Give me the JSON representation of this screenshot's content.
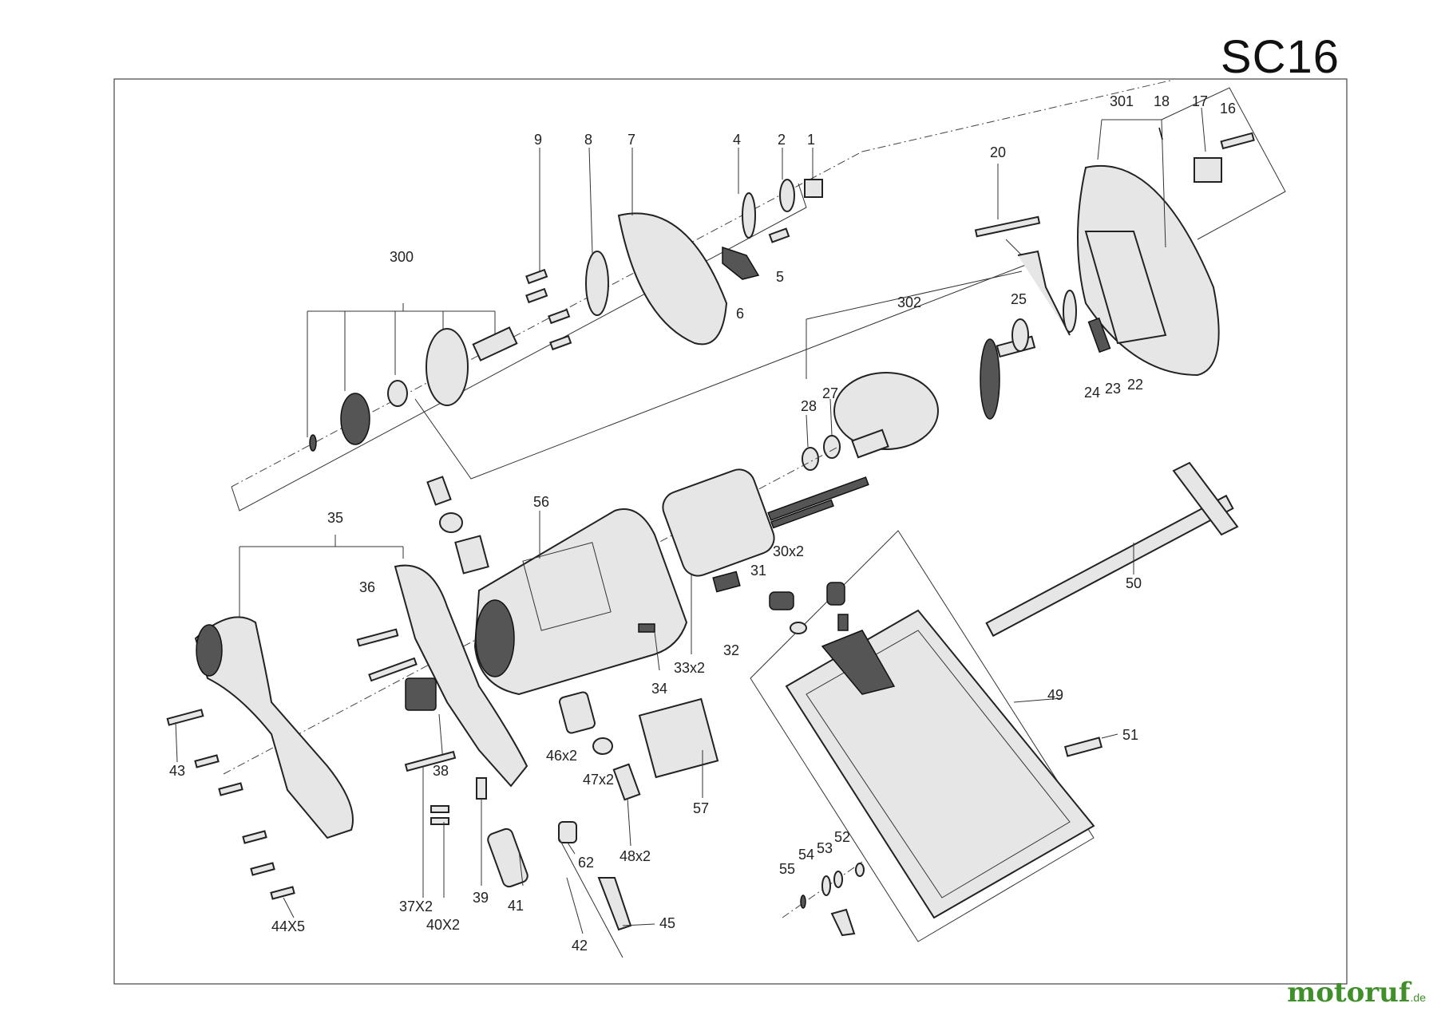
{
  "model": "SC16",
  "brand": {
    "name": "motoruf",
    "suffix": ".de"
  },
  "callouts": [
    {
      "id": "p300",
      "text": "300"
    },
    {
      "id": "p9",
      "text": "9"
    },
    {
      "id": "p8",
      "text": "8"
    },
    {
      "id": "p7",
      "text": "7"
    },
    {
      "id": "p4",
      "text": "4"
    },
    {
      "id": "p2",
      "text": "2"
    },
    {
      "id": "p1",
      "text": "1"
    },
    {
      "id": "p5",
      "text": "5"
    },
    {
      "id": "p6",
      "text": "6"
    },
    {
      "id": "p301",
      "text": "301"
    },
    {
      "id": "p18",
      "text": "18"
    },
    {
      "id": "p17",
      "text": "17"
    },
    {
      "id": "p16",
      "text": "16"
    },
    {
      "id": "p20",
      "text": "20"
    },
    {
      "id": "p302",
      "text": "302"
    },
    {
      "id": "p25",
      "text": "25"
    },
    {
      "id": "p28",
      "text": "28"
    },
    {
      "id": "p27",
      "text": "27"
    },
    {
      "id": "p24",
      "text": "24"
    },
    {
      "id": "p23",
      "text": "23"
    },
    {
      "id": "p22",
      "text": "22"
    },
    {
      "id": "p35",
      "text": "35"
    },
    {
      "id": "p56",
      "text": "56"
    },
    {
      "id": "p36",
      "text": "36"
    },
    {
      "id": "p31",
      "text": "31"
    },
    {
      "id": "p30",
      "text": "30x2"
    },
    {
      "id": "p50",
      "text": "50"
    },
    {
      "id": "p32",
      "text": "32"
    },
    {
      "id": "p33",
      "text": "33x2"
    },
    {
      "id": "p34",
      "text": "34"
    },
    {
      "id": "p49",
      "text": "49"
    },
    {
      "id": "p43",
      "text": "43"
    },
    {
      "id": "p38",
      "text": "38"
    },
    {
      "id": "p46",
      "text": "46x2"
    },
    {
      "id": "p47",
      "text": "47x2"
    },
    {
      "id": "p48",
      "text": "48x2"
    },
    {
      "id": "p57",
      "text": "57"
    },
    {
      "id": "p51",
      "text": "51"
    },
    {
      "id": "p52",
      "text": "52"
    },
    {
      "id": "p53",
      "text": "53"
    },
    {
      "id": "p54",
      "text": "54"
    },
    {
      "id": "p55",
      "text": "55"
    },
    {
      "id": "p62",
      "text": "62"
    },
    {
      "id": "p37",
      "text": "37X2"
    },
    {
      "id": "p40",
      "text": "40X2"
    },
    {
      "id": "p39",
      "text": "39"
    },
    {
      "id": "p41",
      "text": "41"
    },
    {
      "id": "p42",
      "text": "42"
    },
    {
      "id": "p45",
      "text": "45"
    },
    {
      "id": "p44",
      "text": "44X5"
    }
  ]
}
